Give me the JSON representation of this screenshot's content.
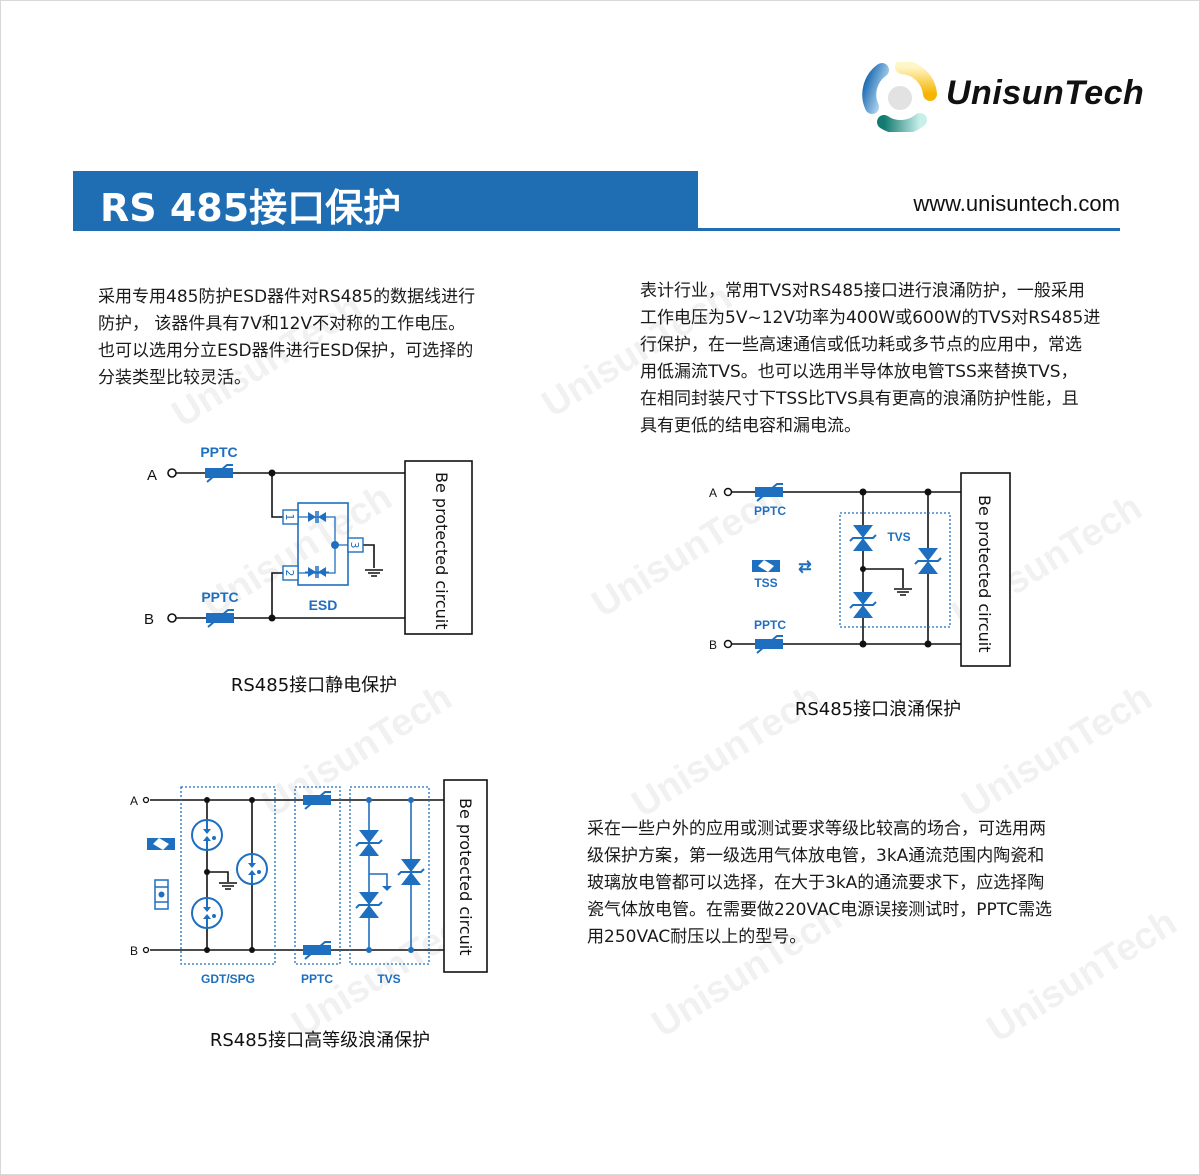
{
  "brand": {
    "name": "UnisunTech",
    "url": "www.unisuntech.com",
    "watermark": "UnisunTech"
  },
  "header": {
    "title": "RS 485接口保护"
  },
  "sections": {
    "esd_text": [
      "采用专用485防护ESD器件对RS485的数据线进行",
      "防护， 该器件具有7V和12V不对称的工作电压。",
      "也可以选用分立ESD器件进行ESD保护，可选择的",
      "分装类型比较灵活。"
    ],
    "surge_text": [
      "表计行业，常用TVS对RS485接口进行浪涌防护，一般采用",
      "工作电压为5V~12V功率为400W或600W的TVS对RS485进",
      "行保护，在一些高速通信或低功耗或多节点的应用中，常选",
      "用低漏流TVS。也可以选用半导体放电管TSS来替换TVS，",
      "在相同封装尺寸下TSS比TVS具有更高的浪涌防护性能，且",
      "具有更低的结电容和漏电流。"
    ],
    "high_text": [
      "采在一些户外的应用或测试要求等级比较高的场合，可选用两",
      "级保护方案，第一级选用气体放电管，3kA通流范围内陶瓷和",
      "玻璃放电管都可以选择，在大于3kA的通流要求下，应选择陶",
      "瓷气体放电管。在需要做220VAC电源误接测试时，PPTC需选",
      "用250VAC耐压以上的型号。"
    ]
  },
  "diagrams": {
    "esd": {
      "caption": "RS485接口静电保护",
      "pin_a": "A",
      "pin_b": "B",
      "pptc_a": "PPTC",
      "pptc_b": "PPTC",
      "esd": "ESD",
      "pin1": "1",
      "pin2": "2",
      "pin3": "3",
      "load": "Be protected circuit"
    },
    "surge": {
      "caption": "RS485接口浪涌保护",
      "pin_a": "A",
      "pin_b": "B",
      "pptc_a": "PPTC",
      "pptc_b": "PPTC",
      "tss": "TSS",
      "tvs": "TVS",
      "swap": "⇄",
      "load": "Be protected circuit"
    },
    "high": {
      "caption": "RS485接口高等级浪涌保护",
      "pin_a": "A",
      "pin_b": "B",
      "gdt": "GDT/SPG",
      "pptc": "PPTC",
      "tvs": "TVS",
      "load": "Be protected circuit"
    }
  },
  "colors": {
    "brand_blue": "#1f6db3",
    "circuit_blue": "#1e6fbf"
  }
}
